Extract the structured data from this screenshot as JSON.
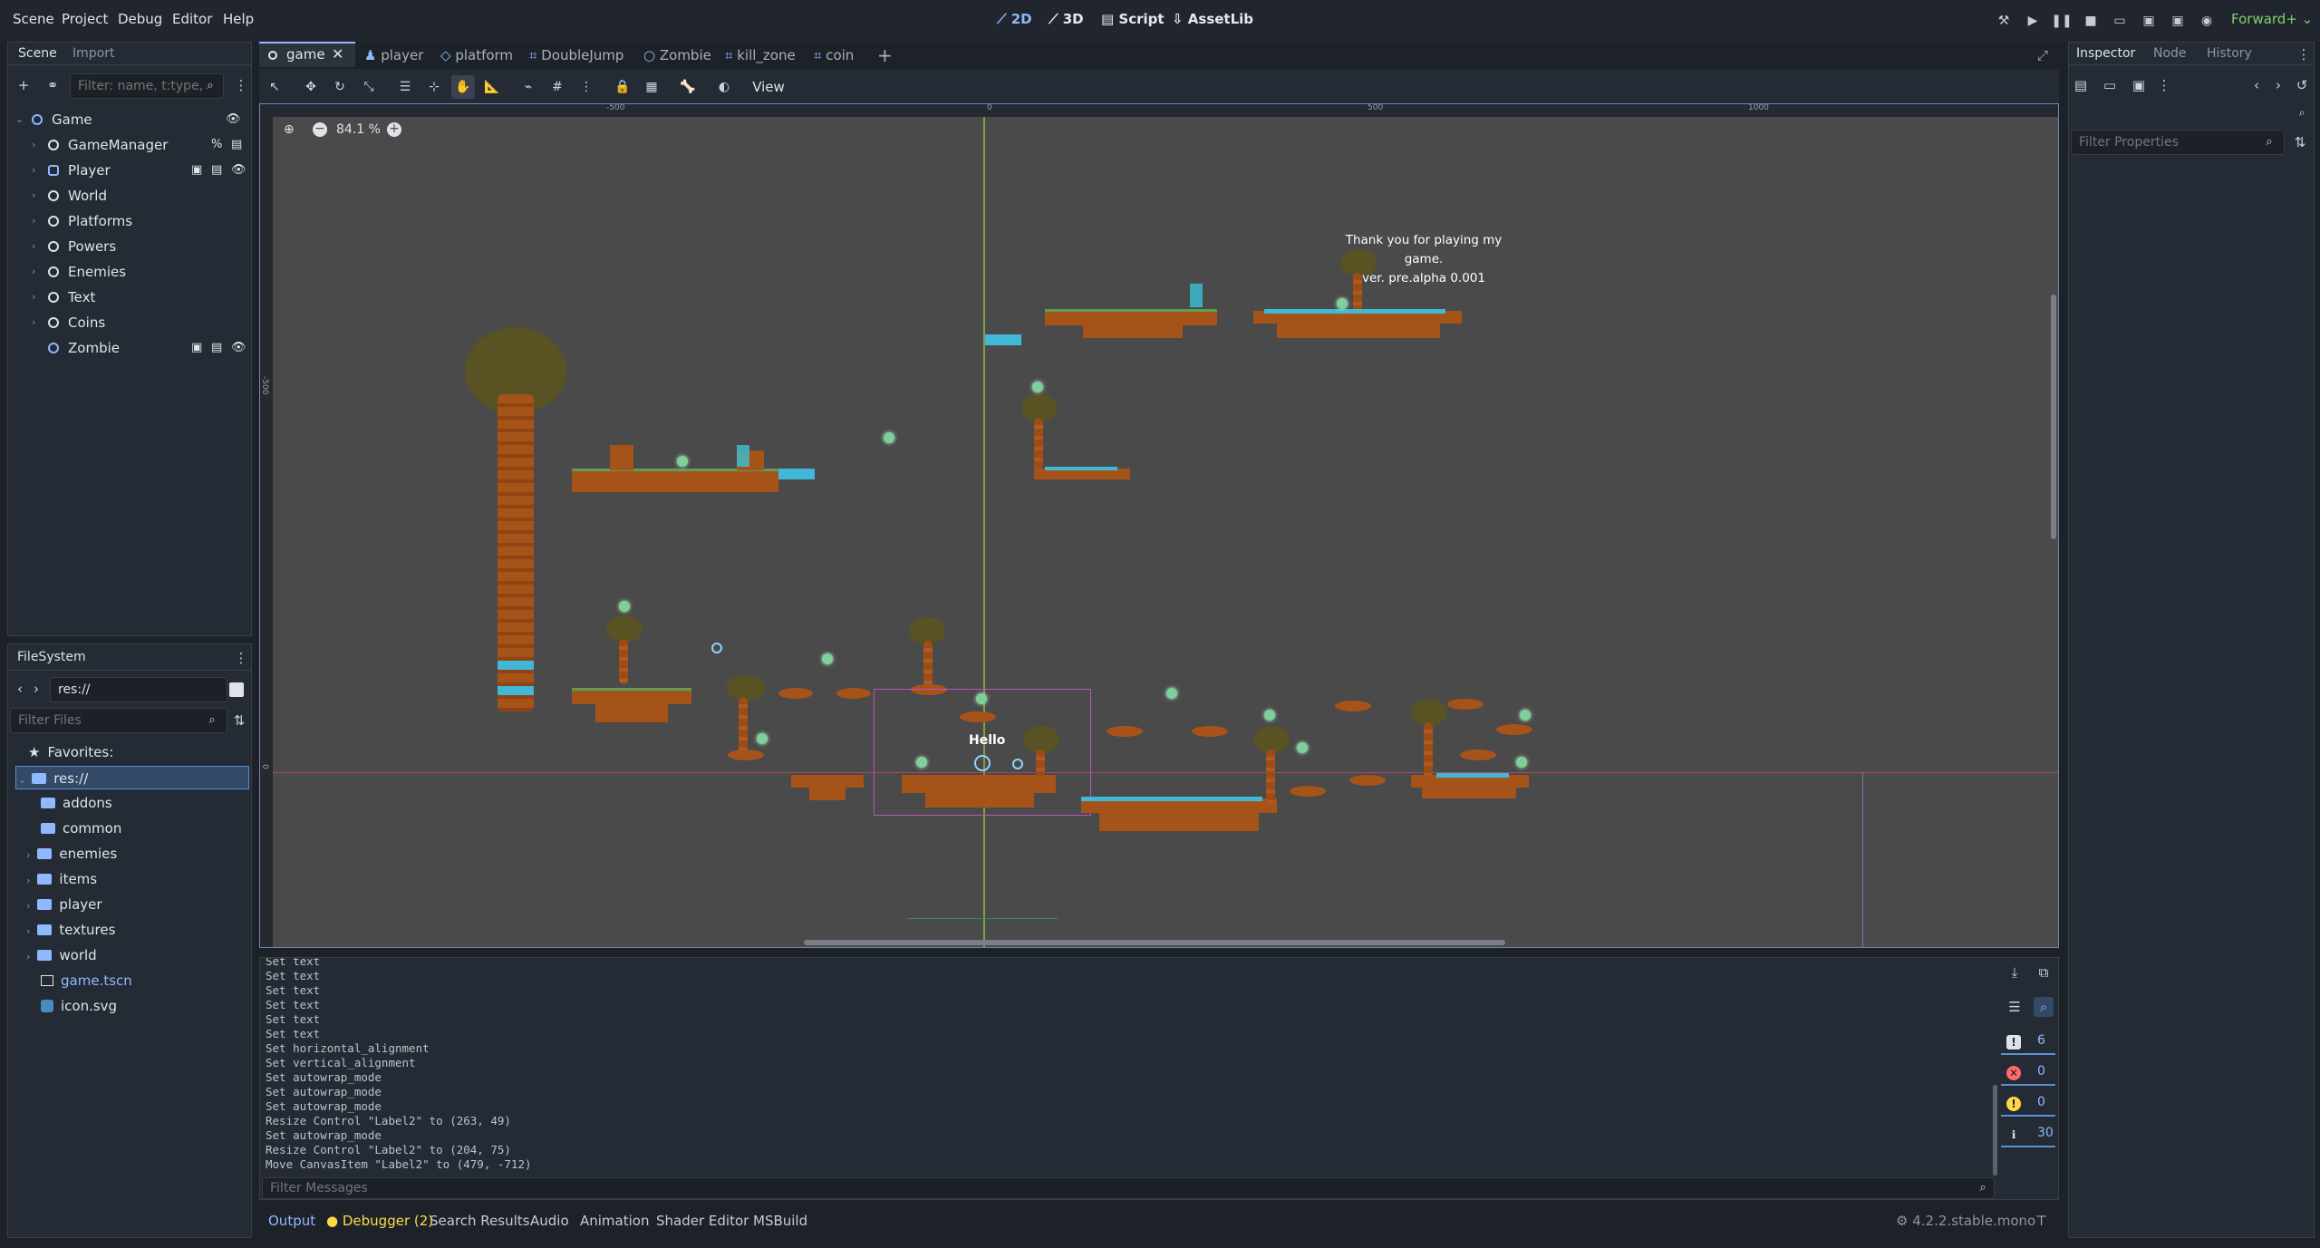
{
  "menubar": {
    "items": [
      "Scene",
      "Project",
      "Debug",
      "Editor",
      "Help"
    ],
    "modes": [
      "2D",
      "3D",
      "Script",
      "AssetLib"
    ],
    "renderer": "Forward+"
  },
  "scene_dock": {
    "tabs": [
      "Scene",
      "Import"
    ],
    "filter_placeholder": "Filter: name, t:type,",
    "nodes": [
      "Game",
      "GameManager",
      "Player",
      "World",
      "Platforms",
      "Powers",
      "Enemies",
      "Text",
      "Coins",
      "Zombie"
    ]
  },
  "filesystem": {
    "tab": "FileSystem",
    "path": "res://",
    "filter_placeholder": "Filter Files",
    "favorites": "Favorites:",
    "root": "res://",
    "folders": [
      "addons",
      "common",
      "enemies",
      "items",
      "player",
      "textures",
      "world"
    ],
    "files": [
      "game.tscn",
      "icon.svg"
    ]
  },
  "editor_tabs": [
    "game",
    "player",
    "platform",
    "DoubleJump",
    "Zombie",
    "kill_zone",
    "coin"
  ],
  "toolbar": {
    "view_label": "View",
    "zoom": "84.1 %"
  },
  "ruler": {
    "labels": [
      "-500",
      "0",
      "500",
      "1000"
    ],
    "vlabels": [
      "-500",
      "0"
    ]
  },
  "canvas": {
    "thanks_text": [
      "Thank you for playing my",
      "game.",
      "ver. pre.alpha 0.001"
    ],
    "hello_text": "Hello"
  },
  "output": {
    "lines": [
      "Set text",
      "Set text",
      "Set text",
      "Set text",
      "Set text",
      "Set text",
      "Set horizontal_alignment",
      "Set vertical_alignment",
      "Set autowrap_mode",
      "Set autowrap_mode",
      "Set autowrap_mode",
      "Resize Control \"Label2\" to (263, 49)",
      "Set autowrap_mode",
      "Resize Control \"Label2\" to (204, 75)",
      "Move CanvasItem \"Label2\" to (479, -712)"
    ],
    "filter_placeholder": "Filter Messages",
    "counters": [
      "6",
      "0",
      "0",
      "30"
    ]
  },
  "bottom_tabs": [
    "Output",
    "Debugger (2)",
    "Search Results",
    "Audio",
    "Animation",
    "Shader Editor",
    "MSBuild"
  ],
  "version": "4.2.2.stable.mono",
  "inspector": {
    "tabs": [
      "Inspector",
      "Node",
      "History"
    ],
    "filter_placeholder": "Filter Properties"
  },
  "colors": {
    "accent": "#8fb8ff",
    "earth": "#a6531a",
    "grass": "#5d9e58",
    "viewport_bg": "#4a4a4a",
    "coin": "#7ecf9a"
  }
}
